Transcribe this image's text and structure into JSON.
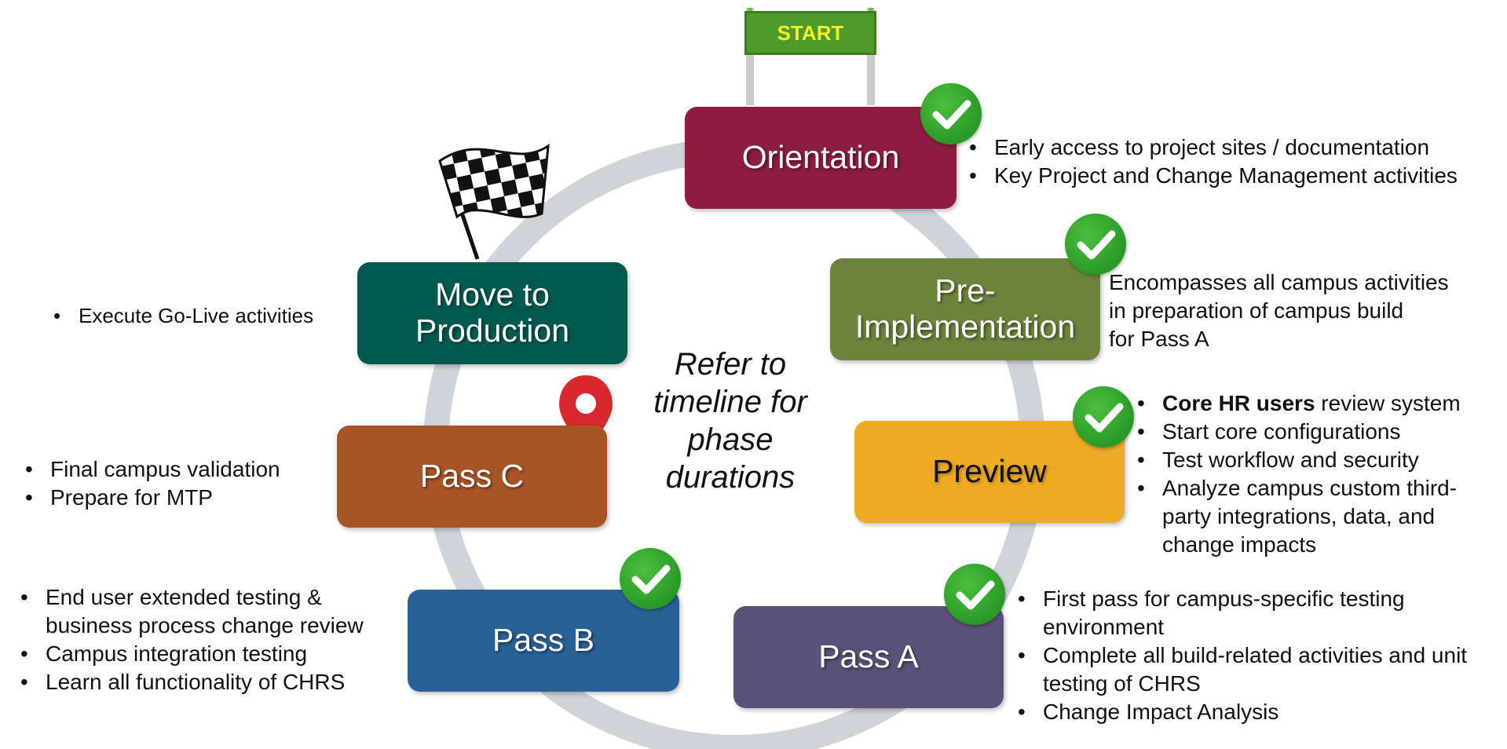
{
  "start_sign": {
    "label": "START"
  },
  "center_note": [
    "Refer to",
    "timeline for",
    "phase",
    "durations"
  ],
  "phases": {
    "orientation": {
      "lines": [
        "Orientation"
      ],
      "color": "#8c1d40"
    },
    "pre_implementation": {
      "lines": [
        "Pre-",
        "Implementation"
      ],
      "color": "#6b833b"
    },
    "preview": {
      "lines": [
        "Preview"
      ],
      "color": "#eeaa22"
    },
    "pass_a": {
      "lines": [
        "Pass A"
      ],
      "color": "#5b5078"
    },
    "pass_b": {
      "lines": [
        "Pass B"
      ],
      "color": "#286196"
    },
    "pass_c": {
      "lines": [
        "Pass C"
      ],
      "color": "#a85427"
    },
    "move_to_production": {
      "lines": [
        "Move to",
        "Production"
      ],
      "color": "#005a4e"
    }
  },
  "notes": {
    "orientation": [
      "Early access to project sites / documentation",
      "Key Project and Change Management activities"
    ],
    "pre_implementation": [
      "Encompasses all campus activities",
      "in preparation of campus build",
      "for Pass A"
    ],
    "preview": [
      {
        "bold": "Core HR users",
        "text": " review system"
      },
      {
        "bold": "",
        "text": "Start core configurations"
      },
      {
        "bold": "",
        "text": "Test workflow and security"
      },
      {
        "bold": "",
        "text": "Analyze campus custom third-party integrations, data, and change impacts"
      }
    ],
    "pass_a": [
      "First pass for campus-specific testing environment",
      "Complete all build-related activities and unit testing of CHRS",
      "Change Impact Analysis"
    ],
    "pass_b": [
      "End user extended testing & business process change review",
      "Campus integration testing",
      "Learn all functionality of CHRS"
    ],
    "pass_c": [
      "Final campus validation",
      "Prepare for MTP"
    ],
    "move_to_production": [
      "Execute Go-Live activities"
    ]
  },
  "icons": {
    "check": "check-circle-icon",
    "flag": "checkered-flag-icon",
    "pin": "location-pin-icon",
    "check_color": "#2e9f2a",
    "pin_color": "#d9272e"
  }
}
